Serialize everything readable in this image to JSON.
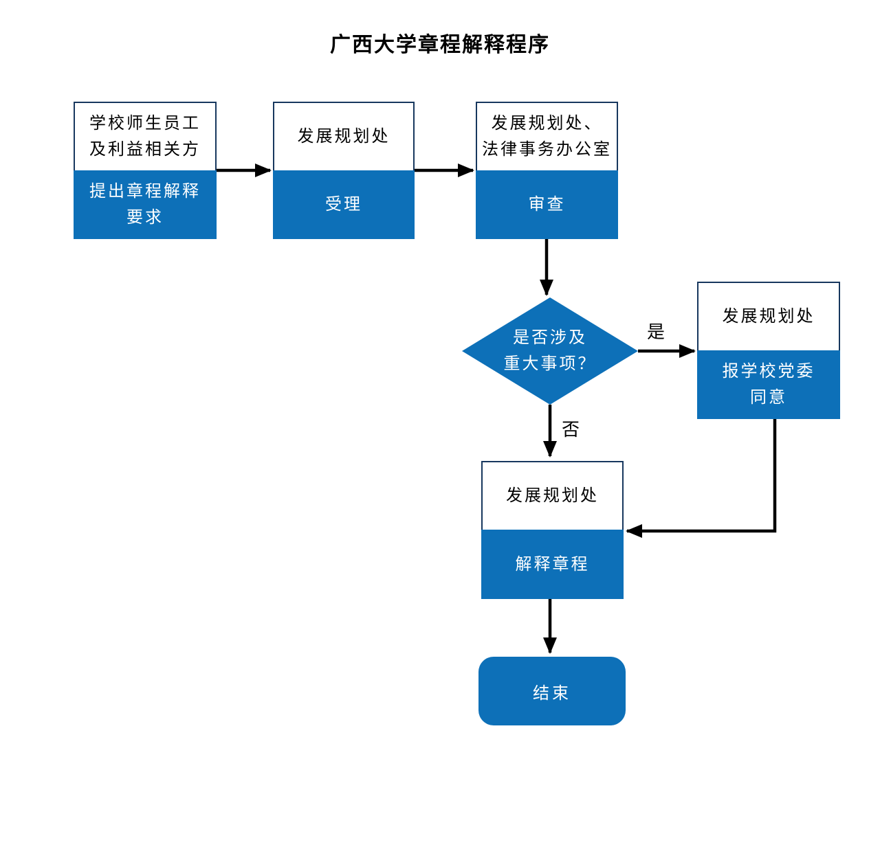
{
  "title": "广西大学章程解释程序",
  "colors": {
    "accent_blue": "#0d70b8",
    "box_border": "#17375e",
    "arrow_black": "#000000"
  },
  "nodes": {
    "requester": {
      "header": "学校师生员工\n及利益相关方",
      "action": "提出章程解释\n要求"
    },
    "acceptance": {
      "header": "发展规划处",
      "action": "受理"
    },
    "review": {
      "header": "发展规划处、\n法律事务办公室",
      "action": "审查"
    },
    "decision": {
      "question": "是否涉及\n重大事项？"
    },
    "approval": {
      "header": "发展规划处",
      "action": "报学校党委\n同意"
    },
    "interpret": {
      "header": "发展规划处",
      "action": "解释章程"
    },
    "end": {
      "label": "结束"
    }
  },
  "edge_labels": {
    "yes": "是",
    "no": "否"
  }
}
